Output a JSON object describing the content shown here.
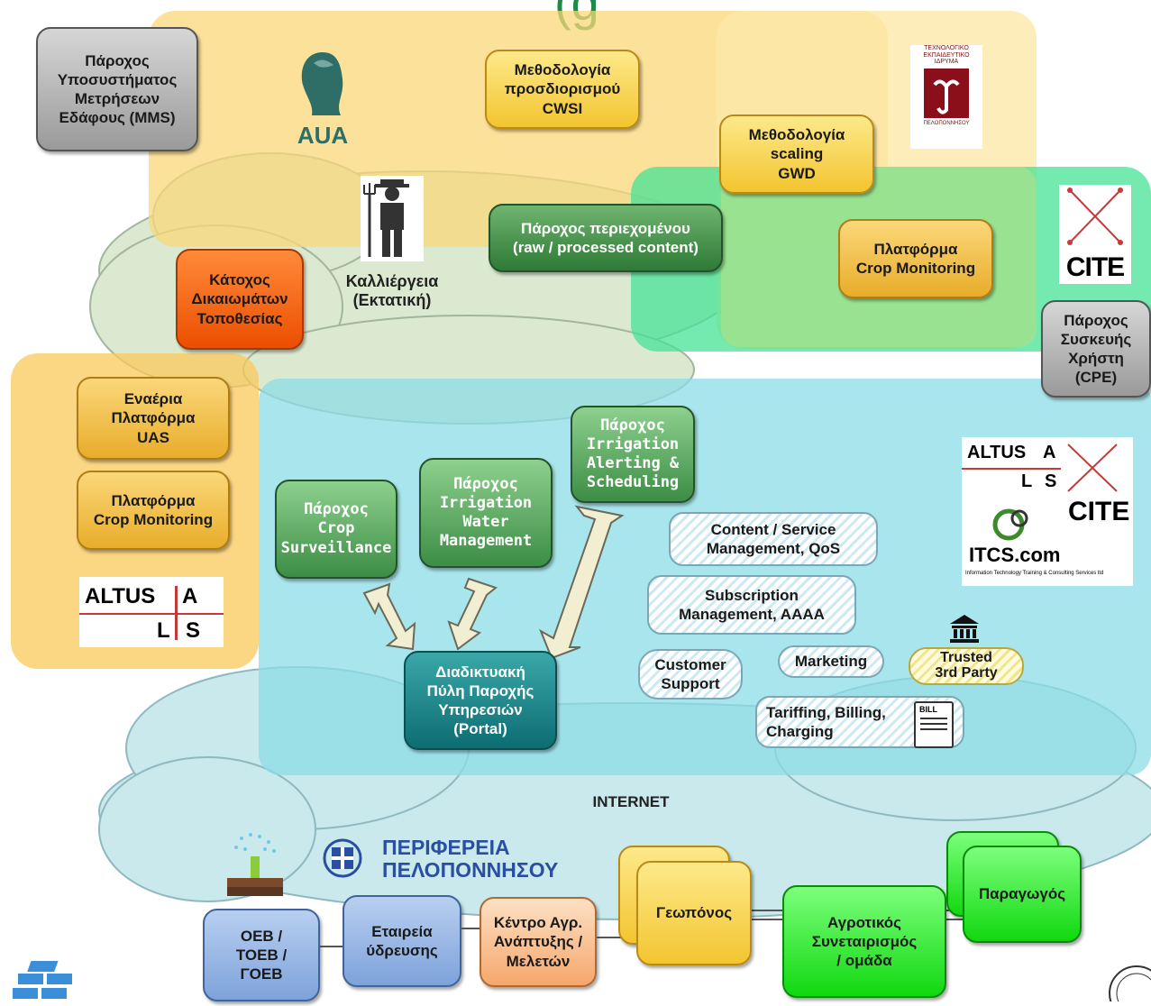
{
  "top_title_fragment": "(g",
  "boxes": {
    "mms": "Πάροχος\nΥποσυστήματος\nΜετρήσεων\nΕδάφους (MMS)",
    "cwsi": "Μεθοδολογία\nπροσδιορισμού\nCWSI",
    "gwd": "Μεθοδολογία\nscaling\nGWD",
    "content_provider": "Πάροχος περιεχομένου\n(raw / processed content)",
    "crop_platform_right": "Πλατφόρμα\nCrop Monitoring",
    "cpe": "Πάροχος\nΣυσκευής\nΧρήστη\n(CPE)",
    "location_rights": "Κάτοχος\nΔικαιωμάτων\nΤοποθεσίας",
    "farm": "Καλλιέργεια\n(Εκτατική)",
    "uas": "Εναέρια\nΠλατφόρμα\nUAS",
    "crop_platform_left": "Πλατφόρμα\nCrop Monitoring",
    "surveillance": "Πάροχος\nCrop\nSurveillance",
    "water_mgmt": "Πάροχος\nIrrigation\nWater\nManagement",
    "alerting": "Πάροχος\nIrrigation\nAlerting &\nScheduling",
    "content_service": "Content / Service\nManagement, QoS",
    "subscription": "Subscription\nManagement, AAAA",
    "customer_support": "Customer\nSupport",
    "marketing": "Marketing",
    "trusted": "Trusted\n3rd Party",
    "billing": "Tariffing, Billing,\nCharging",
    "portal": "Διαδικτυακή\nΠύλη Παροχής\nΥπηρεσιών\n(Portal)",
    "internet": "INTERNET",
    "oeb": "ΟΕΒ /\nΤΟΕΒ /\nΓΟΕΒ",
    "water_company": "Εταιρεία\nύδρευσης",
    "kentro": "Κέντρο Αγρ.\nΑνάπτυξης /\nΜελετών",
    "geoponos": "Γεωπόνος",
    "coop": "Αγροτικός\nΣυνεταιρισμός\n/ ομάδα",
    "producer": "Παραγωγός"
  },
  "logos": {
    "aua": "AUA",
    "teiop": "ΤΕΧΝΟΛΟΓΙΚΟ\nΕΚΠΑΙΔΕΥΤΙΚΟ\nΙΔΡΥΜΑ",
    "teiop_bottom": "ΠΕΛΟΠΟΝΝΗΣΟΥ",
    "cite": "CITE",
    "altus_a": "ALTUS",
    "altus_b": "A",
    "altus_c": "L",
    "altus_d": "S",
    "itcs": "ITCS.com",
    "itcs_sub": "Information Technology Training & Consulting Services ltd",
    "peloponnisos_1": "ΠΕΡΙΦΕΡΕΙΑ",
    "peloponnisos_2": "ΠΕΛΟΠΟΝΝΗΣΟΥ",
    "bill": "BILL"
  },
  "colors": {
    "aua_region": "#fbe3a0",
    "cite_region": "#50e3a6",
    "cloud": "#d8ecd8",
    "internet_cloud": "#c9e9ec",
    "service_region": "#9ee3e8"
  }
}
